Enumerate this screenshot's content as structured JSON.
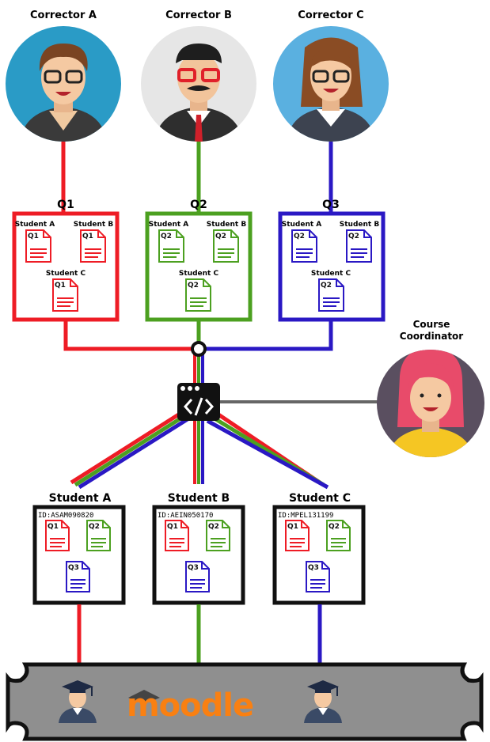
{
  "correctors": [
    {
      "label": "Corrector A",
      "color": "#ee1c25"
    },
    {
      "label": "Corrector B",
      "color": "#4ca020"
    },
    {
      "label": "Corrector C",
      "color": "#2a18c4"
    }
  ],
  "questions": [
    {
      "title": "Q1",
      "color": "#ee1c25",
      "doc_label": "Q1",
      "students": [
        "Student A",
        "Student B",
        "Student C"
      ]
    },
    {
      "title": "Q2",
      "color": "#4ca020",
      "doc_label": "Q2",
      "students": [
        "Student A",
        "Student B",
        "Student C"
      ]
    },
    {
      "title": "Q3",
      "color": "#2a18c4",
      "doc_label": "Q2",
      "students": [
        "Student A",
        "Student B",
        "Student C"
      ]
    }
  ],
  "coordinator": {
    "label_line1": "Course",
    "label_line2": "Coordinator"
  },
  "student_boxes": [
    {
      "title": "Student A",
      "id": "ID:ASAM090820",
      "docs": [
        "Q1",
        "Q2",
        "Q3"
      ]
    },
    {
      "title": "Student B",
      "id": "ID:AEIN050170",
      "docs": [
        "Q1",
        "Q2",
        "Q3"
      ]
    },
    {
      "title": "Student C",
      "id": "ID:MPEL131199",
      "docs": [
        "Q1",
        "Q2",
        "Q3"
      ]
    }
  ],
  "platform": {
    "logo_text": "moodle",
    "logo_color": "#f98012"
  },
  "icons": {
    "code": "code-icon",
    "hub": "hub-node",
    "graduate": "graduate-icon",
    "document": "document-icon"
  }
}
